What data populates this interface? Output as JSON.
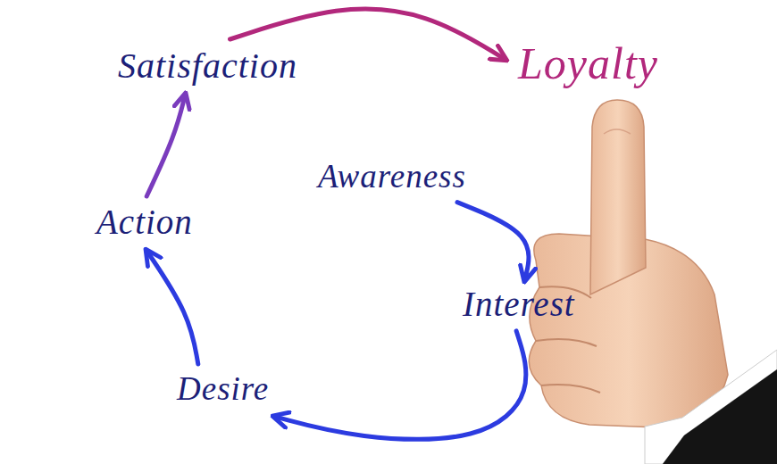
{
  "diagram": {
    "nodes": [
      {
        "text": [
          "Satisfaction"
        ]
      },
      {
        "text": [
          "Loyalty"
        ]
      },
      {
        "text": [
          "Awareness"
        ]
      },
      {
        "text": [
          "Action"
        ]
      },
      {
        "text": [
          "Interest"
        ]
      },
      {
        "text": [
          "Desire"
        ]
      }
    ],
    "edges": [
      {
        "from": 2,
        "to": 4,
        "arrow": "to"
      },
      {
        "from": 4,
        "to": 5,
        "arrow": "to"
      },
      {
        "from": 5,
        "to": 3,
        "arrow": "to"
      },
      {
        "from": 3,
        "to": 0,
        "arrow": "to"
      },
      {
        "from": 0,
        "to": 1,
        "arrow": "to"
      }
    ]
  }
}
